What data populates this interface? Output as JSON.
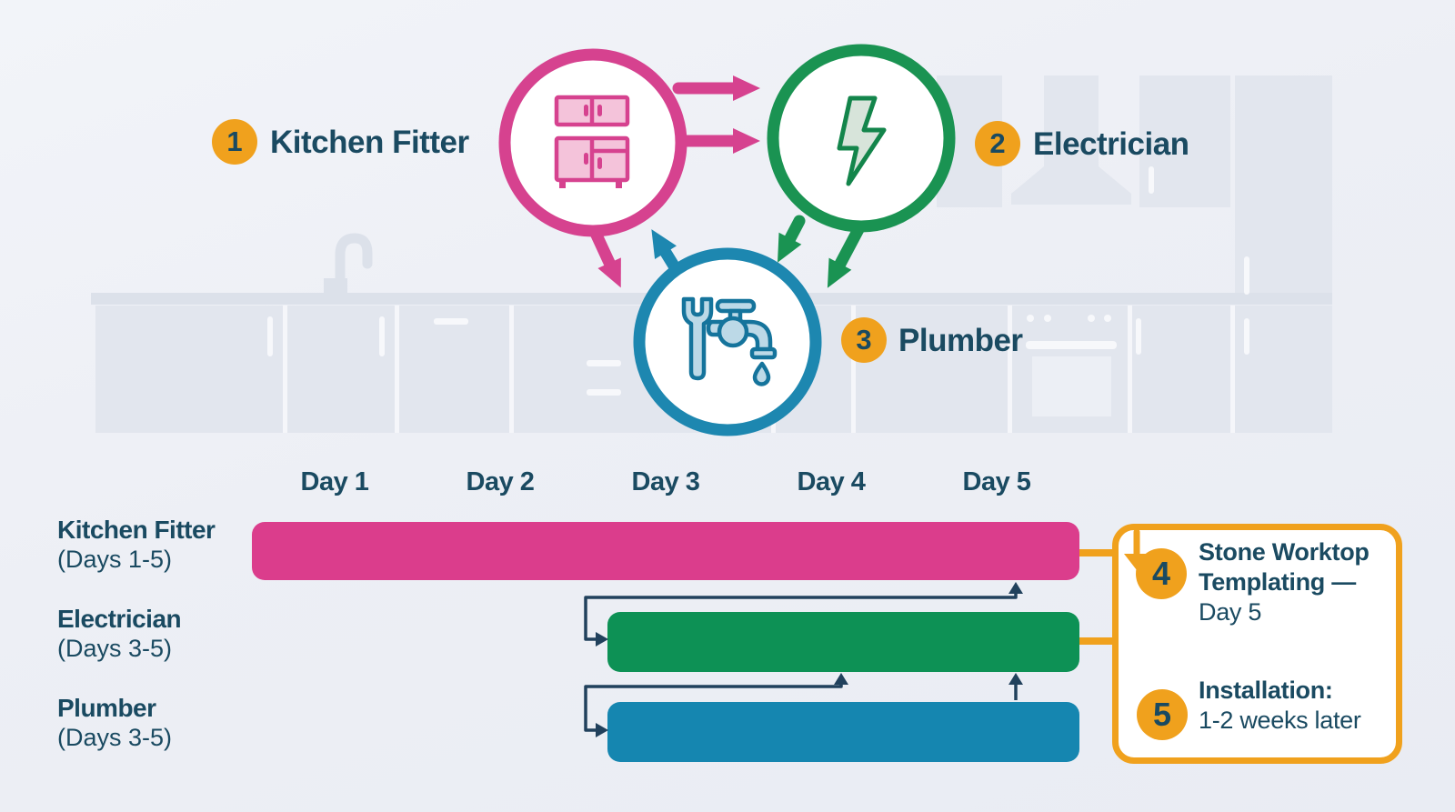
{
  "flow": {
    "nodes": [
      {
        "badge": "1",
        "label": "Kitchen Fitter",
        "icon": "cabinet-icon",
        "color": "#d6428f"
      },
      {
        "badge": "2",
        "label": "Electrician",
        "icon": "lightning-icon",
        "color": "#1a9352"
      },
      {
        "badge": "3",
        "label": "Plumber",
        "icon": "wrench-faucet-icon",
        "color": "#1d87b0"
      }
    ]
  },
  "gantt": {
    "day_headers": [
      "Day 1",
      "Day 2",
      "Day 3",
      "Day 4",
      "Day 5"
    ],
    "rows": [
      {
        "label": "Kitchen Fitter",
        "sublabel": "(Days 1-5)",
        "color": "#db3d8c"
      },
      {
        "label": "Electrician",
        "sublabel": "(Days 3-5)",
        "color": "#0d9155"
      },
      {
        "label": "Plumber",
        "sublabel": "(Days 3-5)",
        "color": "#1586b0"
      }
    ]
  },
  "callout": {
    "steps": [
      {
        "badge": "4",
        "title": "Stone Worktop Templating —",
        "detail": "Day 5"
      },
      {
        "badge": "5",
        "title": "Installation:",
        "detail": "1-2 weeks later"
      }
    ]
  },
  "chart_data": {
    "type": "bar",
    "subtype": "gantt-timeline",
    "x_categories": [
      "Day 1",
      "Day 2",
      "Day 3",
      "Day 4",
      "Day 5"
    ],
    "series": [
      {
        "name": "Kitchen Fitter",
        "start_day": 1,
        "end_day": 5,
        "color": "#db3d8c"
      },
      {
        "name": "Electrician",
        "start_day": 3,
        "end_day": 5,
        "color": "#0d9155"
      },
      {
        "name": "Plumber",
        "start_day": 3,
        "end_day": 5,
        "color": "#1586b0"
      }
    ],
    "dependencies": [
      "Electrician start linked to Kitchen Fitter day 5",
      "Plumber start linked to Electrician day 4",
      "Plumber day 5 linked up to Electrician day 5"
    ],
    "annotations": [
      "Stone Worktop Templating — Day 5",
      "Installation: 1-2 weeks later"
    ],
    "legend_position": "left-row-labels",
    "grid": false
  },
  "palette": {
    "background": "#edeff5",
    "navy_text": "#1a4a61",
    "connector_navy": "#21415c",
    "orange_accent": "#f0a11d",
    "pink": "#d6428f",
    "green": "#1a9352",
    "blue": "#1d87b0",
    "silhouette": "#e2e6ee"
  }
}
